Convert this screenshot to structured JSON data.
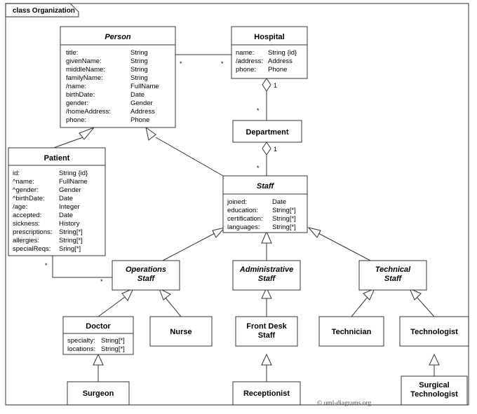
{
  "frame": {
    "label": "class Organization"
  },
  "credit": "© uml-diagrams.org",
  "classes": {
    "person": {
      "name": "Person",
      "abstract": true,
      "attributes": [
        {
          "name": "title:",
          "type": "String"
        },
        {
          "name": "givenName:",
          "type": "String"
        },
        {
          "name": "middleName:",
          "type": "String"
        },
        {
          "name": "familyName:",
          "type": "String"
        },
        {
          "name": "/name:",
          "type": "FullName"
        },
        {
          "name": "birthDate:",
          "type": "Date"
        },
        {
          "name": "gender:",
          "type": "Gender"
        },
        {
          "name": "/homeAddress:",
          "type": "Address"
        },
        {
          "name": "phone:",
          "type": "Phone"
        }
      ]
    },
    "hospital": {
      "name": "Hospital",
      "abstract": false,
      "attributes": [
        {
          "name": "name:",
          "type": "String {id}"
        },
        {
          "name": "/address:",
          "type": "Address"
        },
        {
          "name": "phone:",
          "type": "Phone"
        }
      ]
    },
    "patient": {
      "name": "Patient",
      "abstract": false,
      "attributes": [
        {
          "name": "id:",
          "type": "String {id}"
        },
        {
          "name": "^name:",
          "type": "FullName"
        },
        {
          "name": "^gender:",
          "type": "Gender"
        },
        {
          "name": "^birthDate:",
          "type": "Date"
        },
        {
          "name": "/age:",
          "type": "Integer"
        },
        {
          "name": "accepted:",
          "type": "Date"
        },
        {
          "name": "sickness:",
          "type": "History"
        },
        {
          "name": "prescriptions:",
          "type": "String[*]"
        },
        {
          "name": "allergies:",
          "type": "String[*]"
        },
        {
          "name": "specialReqs:",
          "type": "Sring[*]"
        }
      ]
    },
    "department": {
      "name": "Department",
      "abstract": false,
      "attributes": []
    },
    "staff": {
      "name": "Staff",
      "abstract": true,
      "attributes": [
        {
          "name": "joined:",
          "type": "Date"
        },
        {
          "name": "education:",
          "type": "String[*]"
        },
        {
          "name": "certification:",
          "type": "String[*]"
        },
        {
          "name": "languages:",
          "type": "String[*]"
        }
      ]
    },
    "operations_staff": {
      "name_line1": "Operations",
      "name_line2": "Staff",
      "abstract": true
    },
    "administrative_staff": {
      "name_line1": "Administrative",
      "name_line2": "Staff",
      "abstract": true
    },
    "technical_staff": {
      "name_line1": "Technical",
      "name_line2": "Staff",
      "abstract": true
    },
    "doctor": {
      "name": "Doctor",
      "abstract": false,
      "attributes": [
        {
          "name": "specialty:",
          "type": "String[*]"
        },
        {
          "name": "locations:",
          "type": "String[*]"
        }
      ]
    },
    "nurse": {
      "name": "Nurse",
      "abstract": false,
      "attributes": []
    },
    "front_desk_staff": {
      "name_line1": "Front Desk",
      "name_line2": "Staff",
      "abstract": false
    },
    "technician": {
      "name": "Technician",
      "abstract": false,
      "attributes": []
    },
    "technologist": {
      "name": "Technologist",
      "abstract": false,
      "attributes": []
    },
    "surgeon": {
      "name": "Surgeon",
      "abstract": false,
      "attributes": []
    },
    "receptionist": {
      "name": "Receptionist",
      "abstract": false,
      "attributes": []
    },
    "surgical_technologist": {
      "name_line1": "Surgical",
      "name_line2": "Technologist",
      "abstract": false
    }
  },
  "multiplicities": {
    "person_hospital_left": "*",
    "person_hospital_right": "*",
    "hospital_department_one": "1",
    "hospital_department_many": "*",
    "department_staff_one": "1",
    "department_staff_many": "*",
    "patient_ops_left": "*",
    "patient_ops_right": "*"
  }
}
